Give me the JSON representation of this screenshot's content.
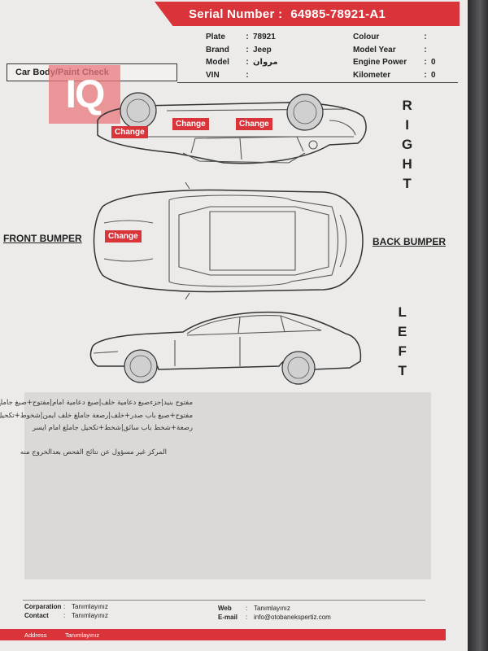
{
  "header": {
    "serial_label": "Serial Number :",
    "serial_value": "64985-78921-A1"
  },
  "vehicle_info": {
    "left": [
      {
        "key": "Plate",
        "value": "78921"
      },
      {
        "key": "Brand",
        "value": "Jeep"
      },
      {
        "key": "Model",
        "value": "مروان"
      },
      {
        "key": "VIN",
        "value": ""
      }
    ],
    "right": [
      {
        "key": "Colour",
        "value": ""
      },
      {
        "key": "Model Year",
        "value": ""
      },
      {
        "key": "Engine Power",
        "value": "0"
      },
      {
        "key": "Kilometer",
        "value": "0"
      }
    ],
    "separator": ":"
  },
  "section_title": "Car Body/Paint Check",
  "logo_text": "IQ",
  "tags": {
    "change_1": "Change",
    "change_2": "Change",
    "change_3": "Change",
    "change_4": "Change"
  },
  "labels": {
    "right_letters": [
      "R",
      "I",
      "G",
      "H",
      "T"
    ],
    "left_letters": [
      "L",
      "E",
      "F",
      "T"
    ],
    "front_bumper": "FRONT BUMPER",
    "back_bumper": "BACK BUMPER"
  },
  "notes": {
    "line1": "مفتوح بنيد|جزءصبغ دعامية خلف|صبغ دعامية امام|مفتوح+صبغ جاملغ امام ايمن",
    "line2": "مفتوح+صبغ باب صدر+خلف|رصعة جاملغ خلف ايمن|شخوط+تكحيل باب خلف سائق",
    "line3": "رصعة+شخط باب سائق|شخط+تكحيل جاملغ امام ايسر",
    "disclaimer": "المركز غير مسؤول عن نتائج الفحص بعدالخروج منه"
  },
  "footer": {
    "corporation_label": "Corparation",
    "corporation_value": "Tanımlayınız",
    "contact_label": "Contact",
    "contact_value": "Tanımlayınız",
    "web_label": "Web",
    "web_value": "Tanımlayınız",
    "email_label": "E-mail",
    "email_value": "info@otobanekspertiz.com",
    "address_label": "Address",
    "address_value": "Tanımlayınız",
    "separator": ":"
  },
  "colors": {
    "accent_red": "#d9343a",
    "paper": "#ecebe9"
  }
}
